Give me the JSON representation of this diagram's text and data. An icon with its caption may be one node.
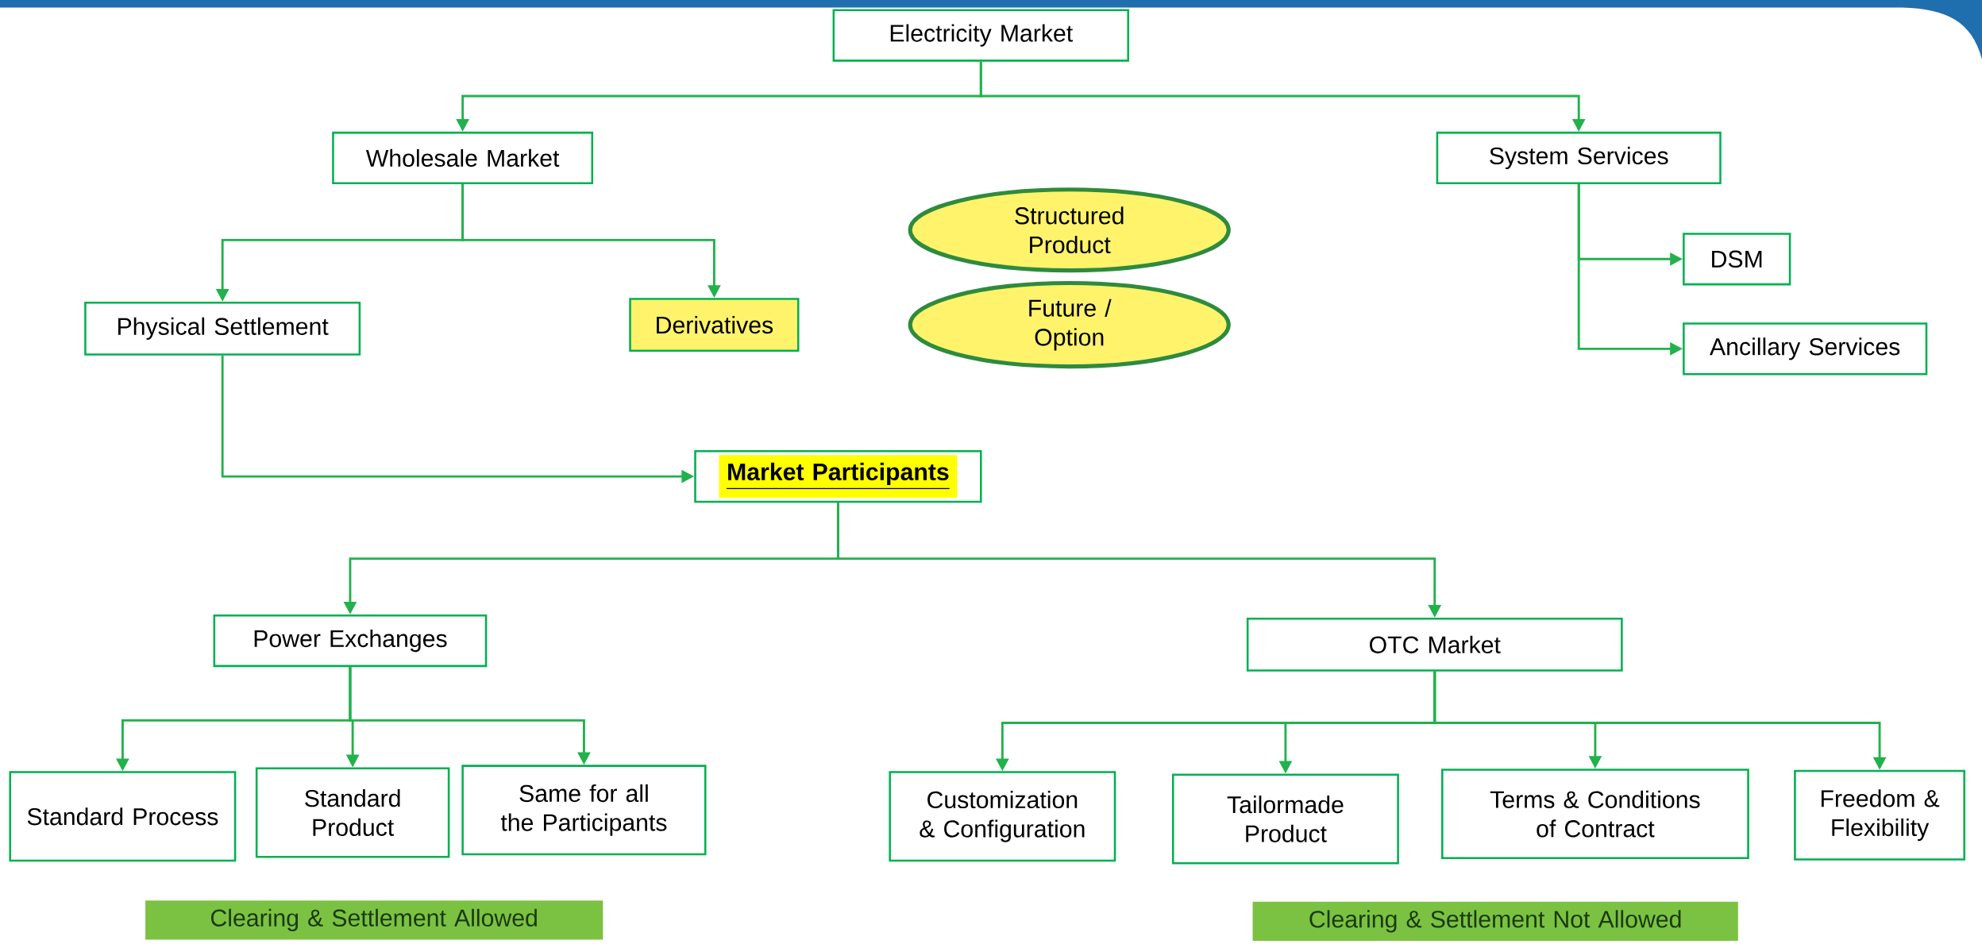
{
  "diagram": {
    "nodes": [
      {
        "text": [
          "Electricity Market"
        ]
      },
      {
        "text": [
          "Wholesale Market"
        ]
      },
      {
        "text": [
          "System Services"
        ]
      },
      {
        "text": [
          "Structured Product"
        ]
      },
      {
        "text": [
          "Future / Option"
        ]
      },
      {
        "text": [
          "Physical Settlement"
        ]
      },
      {
        "text": [
          "Derivatives"
        ]
      },
      {
        "text": [
          "DSM"
        ]
      },
      {
        "text": [
          "Ancillary Services"
        ]
      },
      {
        "text": [
          "Market Participants"
        ]
      },
      {
        "text": [
          "Power Exchanges"
        ]
      },
      {
        "text": [
          "OTC Market"
        ]
      },
      {
        "text": [
          "Standard Process"
        ]
      },
      {
        "text": [
          "Standard Product"
        ]
      },
      {
        "text": [
          "Same for all the Participants"
        ]
      },
      {
        "text": [
          "Customization & Configuration"
        ]
      },
      {
        "text": [
          "Tailormade Product"
        ]
      },
      {
        "text": [
          "Terms & Conditions of Contract"
        ]
      },
      {
        "text": [
          "Freedom & Flexibility"
        ]
      },
      {
        "text": [
          "Clearing & Settlement Allowed"
        ]
      },
      {
        "text": [
          "Clearing & Settlement Not Allowed"
        ]
      }
    ],
    "edges": [
      {
        "from": 0,
        "to": 1,
        "arrow": "to"
      },
      {
        "from": 0,
        "to": 2,
        "arrow": "to"
      },
      {
        "from": 1,
        "to": 5,
        "arrow": "to"
      },
      {
        "from": 1,
        "to": 6,
        "arrow": "to"
      },
      {
        "from": 2,
        "to": 7,
        "arrow": "to"
      },
      {
        "from": 2,
        "to": 8,
        "arrow": "to"
      },
      {
        "from": 5,
        "to": 9,
        "arrow": "to"
      },
      {
        "from": 9,
        "to": 10,
        "arrow": "to"
      },
      {
        "from": 9,
        "to": 11,
        "arrow": "to"
      },
      {
        "from": 10,
        "to": 12,
        "arrow": "to"
      },
      {
        "from": 10,
        "to": 13,
        "arrow": "to"
      },
      {
        "from": 10,
        "to": 14,
        "arrow": "to"
      },
      {
        "from": 11,
        "to": 15,
        "arrow": "to"
      },
      {
        "from": 11,
        "to": 16,
        "arrow": "to"
      },
      {
        "from": 11,
        "to": 17,
        "arrow": "to"
      },
      {
        "from": 11,
        "to": 18,
        "arrow": "to"
      }
    ]
  }
}
